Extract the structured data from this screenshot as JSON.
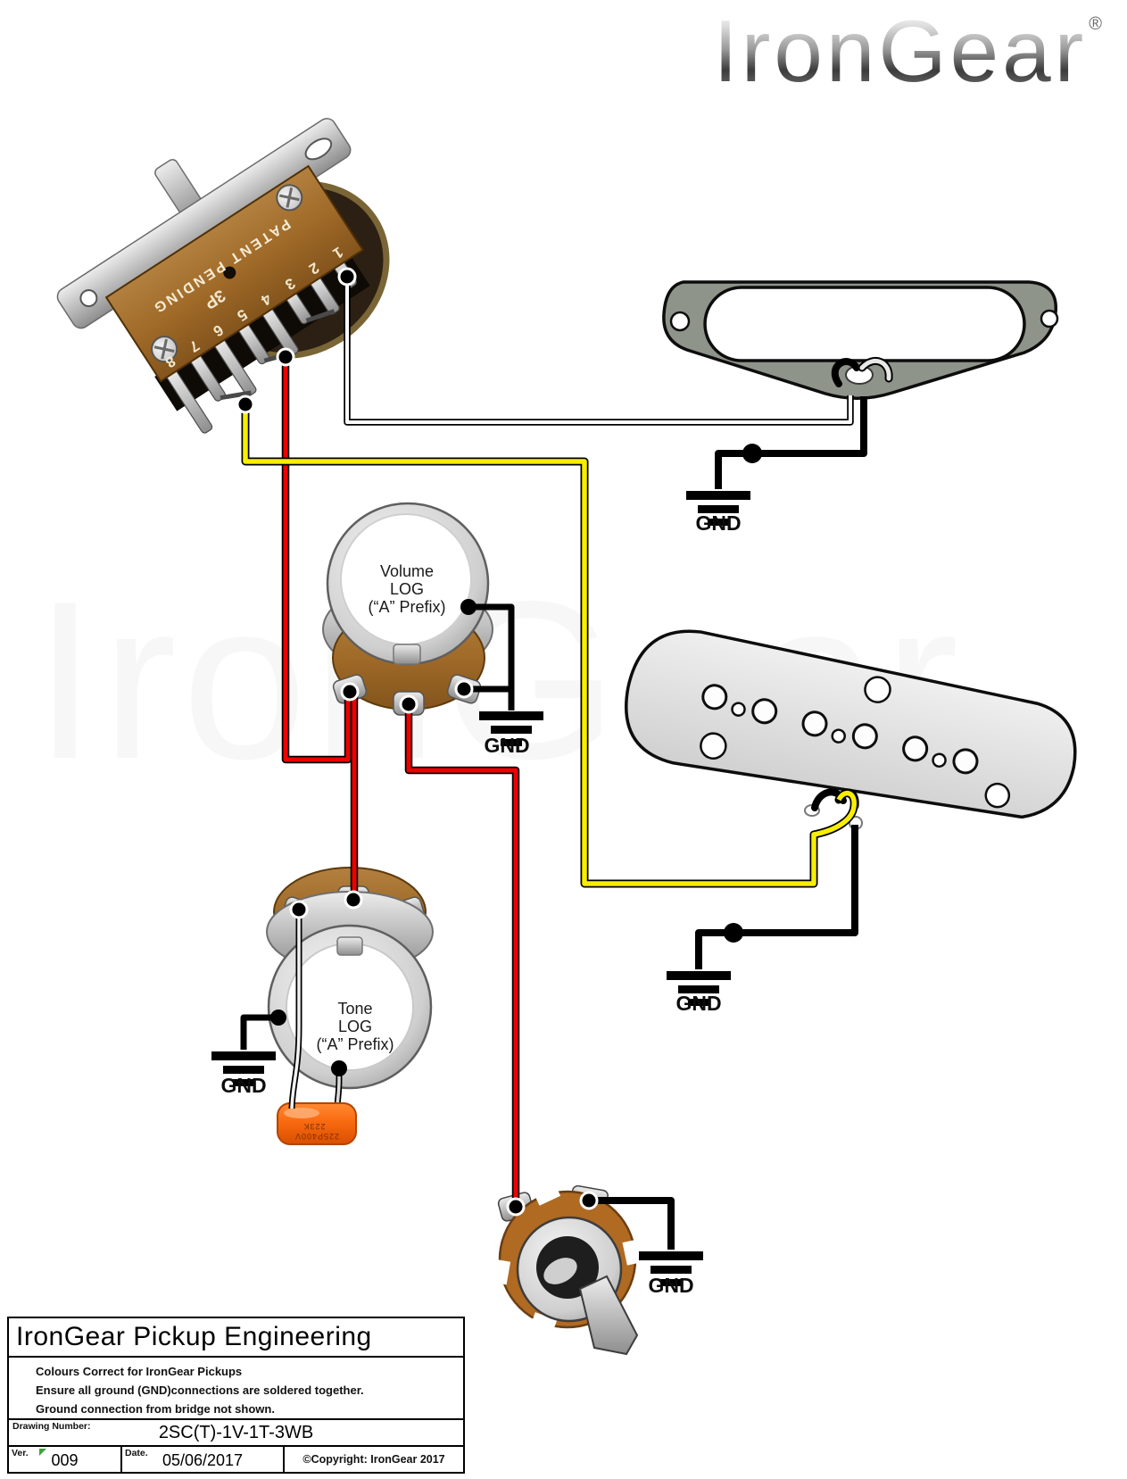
{
  "logo": {
    "text": "IronGear",
    "reg": "®"
  },
  "watermark": "IronGear",
  "labels": {
    "gnd": "GND",
    "volume": {
      "line1": "Volume",
      "line2": "LOG",
      "line3": "(“A” Prefix)"
    },
    "tone": {
      "line1": "Tone",
      "line2": "LOG",
      "line3": "(“A” Prefix)"
    },
    "switch": {
      "patent": "PATENT PENDING",
      "type": "3P",
      "positions": [
        "1",
        "2",
        "3",
        "4",
        "5",
        "6",
        "7",
        "8"
      ]
    },
    "capacitor": {
      "line1": "223K",
      "line2": "225P400V"
    }
  },
  "wire_colors": {
    "neck_hot": "#ffffff",
    "bridge_hot": "#f8ee00",
    "volume_to_switch": "#ee0000",
    "ground": "#000000"
  },
  "title_block": {
    "title": "IronGear Pickup Engineering",
    "notes": [
      "Colours Correct for IronGear Pickups",
      "Ensure all ground (GND)connections are soldered together.",
      "Ground connection from bridge not shown."
    ],
    "drawing_number_label": "Drawing Number:",
    "drawing_number": "2SC(T)-1V-1T-3WB",
    "version_label": "Ver.",
    "version": "009",
    "date_label": "Date.",
    "date": "05/06/2017",
    "copyright": "©Copyright: IronGear 2017"
  }
}
